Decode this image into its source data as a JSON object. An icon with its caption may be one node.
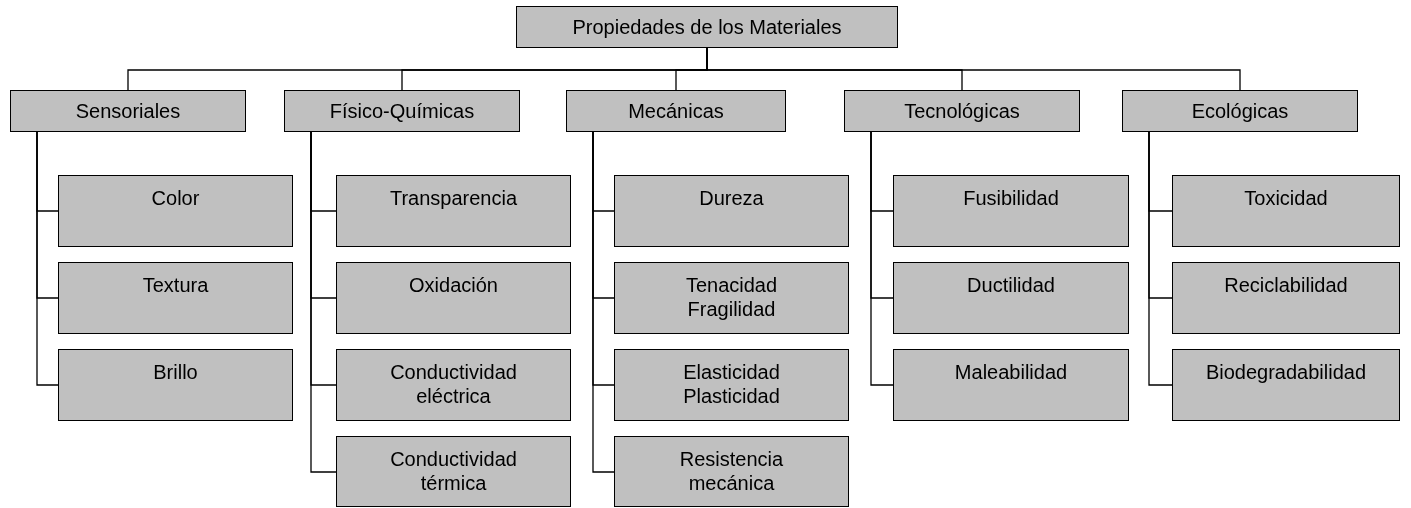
{
  "diagram": {
    "nodes": [
      {
        "text": [
          "Propiedades de los Materiales"
        ]
      },
      {
        "text": [
          "Sensoriales"
        ]
      },
      {
        "text": [
          "Color"
        ]
      },
      {
        "text": [
          "Textura"
        ]
      },
      {
        "text": [
          "Brillo"
        ]
      },
      {
        "text": [
          "Físico-Químicas"
        ]
      },
      {
        "text": [
          "Transparencia"
        ]
      },
      {
        "text": [
          "Oxidación"
        ]
      },
      {
        "text": [
          "Conductividad eléctrica"
        ]
      },
      {
        "text": [
          "Conductividad térmica"
        ]
      },
      {
        "text": [
          "Mecánicas"
        ]
      },
      {
        "text": [
          "Dureza"
        ]
      },
      {
        "text": [
          "Tenacidad",
          "Fragilidad"
        ]
      },
      {
        "text": [
          "Elasticidad",
          "Plasticidad"
        ]
      },
      {
        "text": [
          "Resistencia mecánica"
        ]
      },
      {
        "text": [
          "Tecnológicas"
        ]
      },
      {
        "text": [
          "Fusibilidad"
        ]
      },
      {
        "text": [
          "Ductilidad"
        ]
      },
      {
        "text": [
          "Maleabilidad"
        ]
      },
      {
        "text": [
          "Ecológicas"
        ]
      },
      {
        "text": [
          "Toxicidad"
        ]
      },
      {
        "text": [
          "Reciclabilidad"
        ]
      },
      {
        "text": [
          "Biodegradabilidad"
        ]
      }
    ],
    "edges": [
      {
        "from": 0,
        "to": 1,
        "arrow": "none"
      },
      {
        "from": 0,
        "to": 5,
        "arrow": "none"
      },
      {
        "from": 0,
        "to": 10,
        "arrow": "none"
      },
      {
        "from": 0,
        "to": 15,
        "arrow": "none"
      },
      {
        "from": 0,
        "to": 19,
        "arrow": "none"
      },
      {
        "from": 1,
        "to": 2,
        "arrow": "none"
      },
      {
        "from": 1,
        "to": 3,
        "arrow": "none"
      },
      {
        "from": 1,
        "to": 4,
        "arrow": "none"
      },
      {
        "from": 5,
        "to": 6,
        "arrow": "none"
      },
      {
        "from": 5,
        "to": 7,
        "arrow": "none"
      },
      {
        "from": 5,
        "to": 8,
        "arrow": "none"
      },
      {
        "from": 5,
        "to": 9,
        "arrow": "none"
      },
      {
        "from": 10,
        "to": 11,
        "arrow": "none"
      },
      {
        "from": 10,
        "to": 12,
        "arrow": "none"
      },
      {
        "from": 10,
        "to": 13,
        "arrow": "none"
      },
      {
        "from": 10,
        "to": 14,
        "arrow": "none"
      },
      {
        "from": 15,
        "to": 16,
        "arrow": "none"
      },
      {
        "from": 15,
        "to": 17,
        "arrow": "none"
      },
      {
        "from": 15,
        "to": 18,
        "arrow": "none"
      },
      {
        "from": 19,
        "to": 20,
        "arrow": "none"
      },
      {
        "from": 19,
        "to": 21,
        "arrow": "none"
      },
      {
        "from": 19,
        "to": 22,
        "arrow": "none"
      }
    ]
  }
}
